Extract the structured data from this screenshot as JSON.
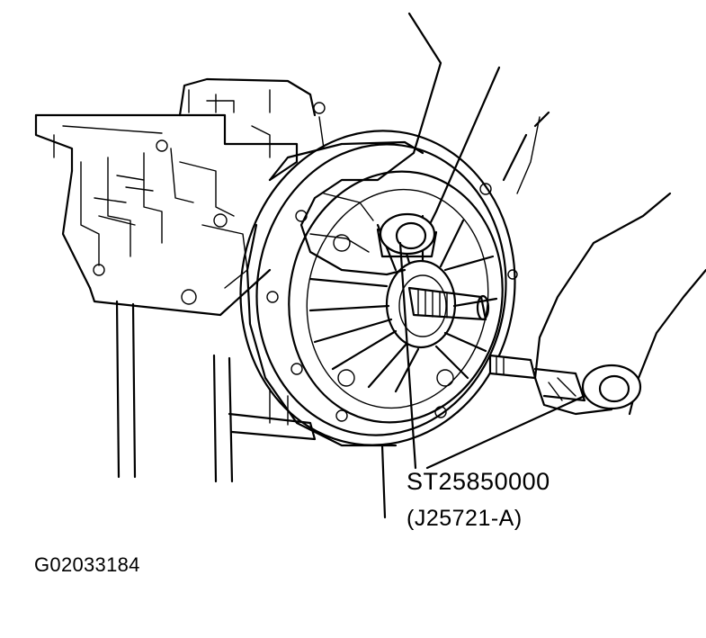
{
  "labels": {
    "tool_number": "ST25850000",
    "tool_alt_number": "(J25721-A)",
    "figure_id": "G02033184"
  },
  "colors": {
    "line": "#000000",
    "background": "#ffffff"
  }
}
